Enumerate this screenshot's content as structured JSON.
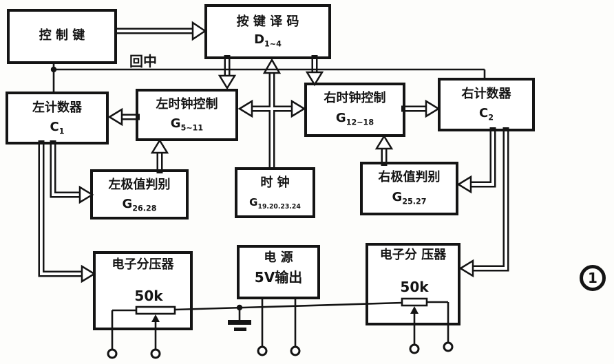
{
  "figure": {
    "number": "1"
  },
  "annotations": {
    "return_to_center": "回中"
  },
  "boxes": {
    "control_keys": {
      "title": "控 制 键"
    },
    "key_decoder": {
      "title": "按 键 译 码",
      "part_base": "D",
      "part_sub": "1~4"
    },
    "left_counter": {
      "title": "左计数器",
      "part_base": "C",
      "part_sub": "1"
    },
    "left_clock_control": {
      "title": "左时钟控制",
      "part_base": "G",
      "part_sub": "5~11"
    },
    "right_clock_control": {
      "title": "右时钟控制",
      "part_base": "G",
      "part_sub": "12~18"
    },
    "right_counter": {
      "title": "右计数器",
      "part_base": "C",
      "part_sub": "2"
    },
    "left_extremum": {
      "title": "左极值判别",
      "part_base": "G",
      "part_sub": "26.28"
    },
    "clock": {
      "title": "时  钟",
      "part_base": "G",
      "part_sub": "19.20.23.24"
    },
    "right_extremum": {
      "title": "右极值判别",
      "part_base": "G",
      "part_sub": "25.27"
    },
    "left_divider": {
      "title": "电子分压器",
      "pot_value": "50k"
    },
    "power_supply": {
      "title": "电  源",
      "subtitle": "5V输出"
    },
    "right_divider": {
      "title": "电子分 压器",
      "pot_value": "50k"
    }
  },
  "colors": {
    "ink": "#141414",
    "paper": "#fdfdfb"
  }
}
